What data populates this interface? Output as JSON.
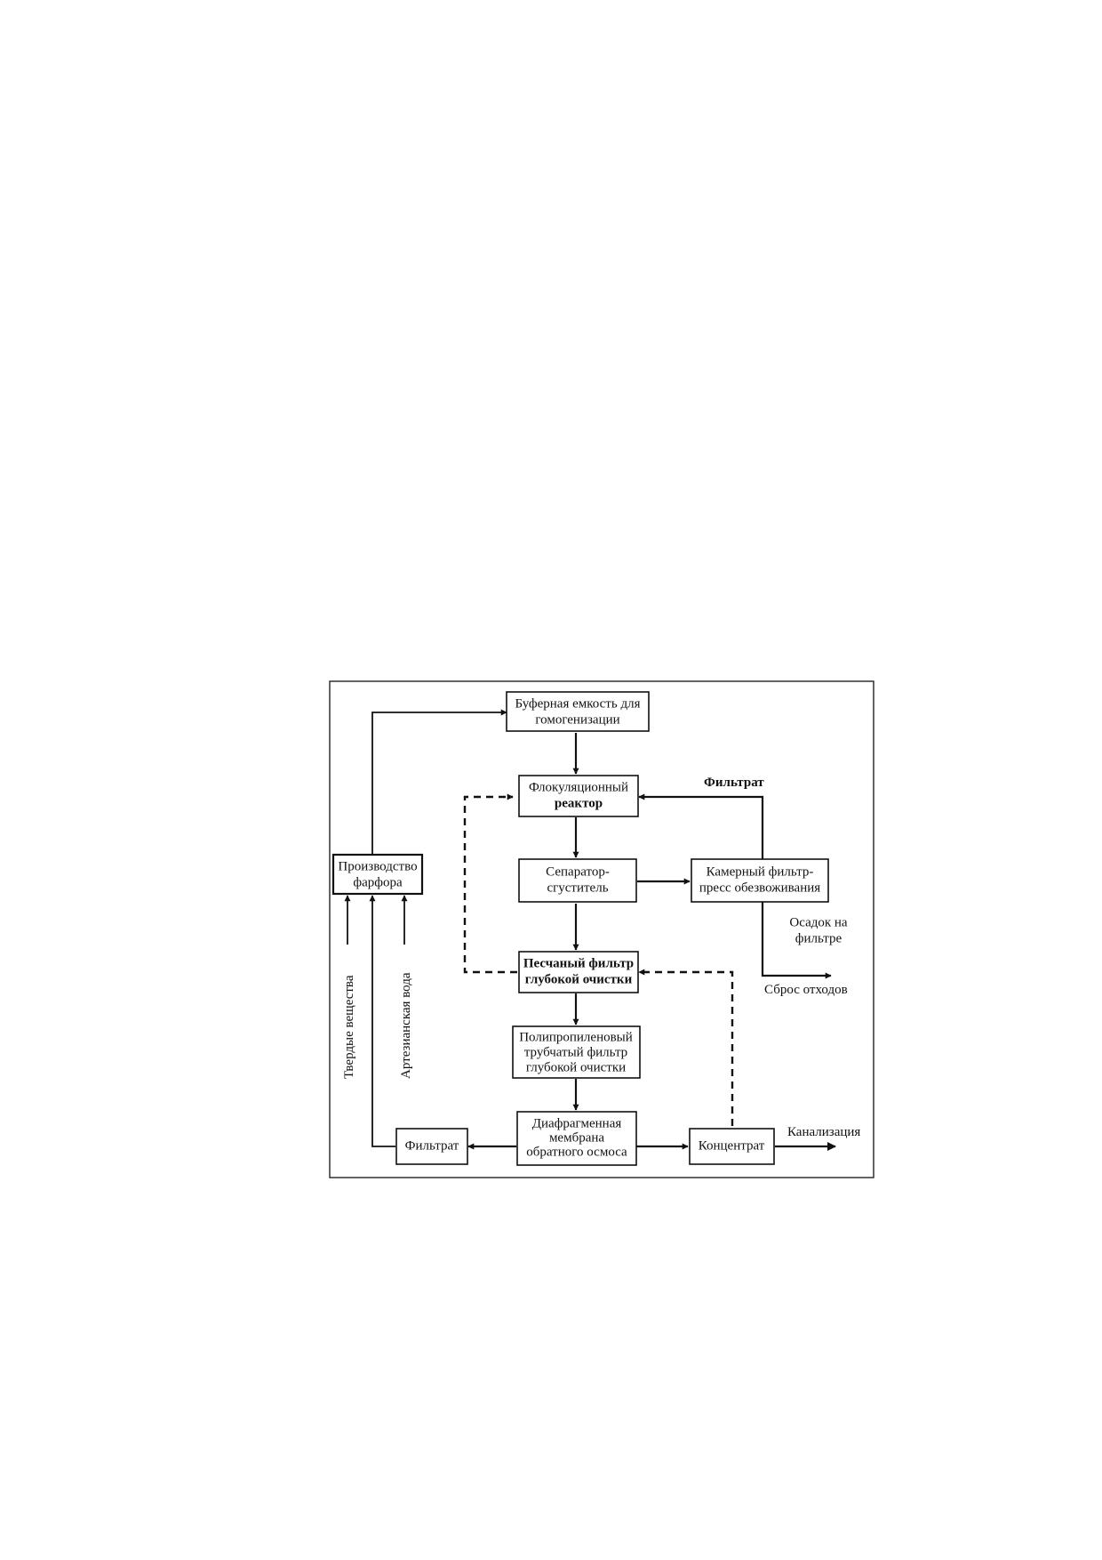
{
  "diagram": {
    "nodes": {
      "buffer": {
        "line1": "Буферная емкость для",
        "line2": "гомогенизации"
      },
      "floc": {
        "line1": "Флокуляционный",
        "line2": "реактор"
      },
      "separator": {
        "line1": "Сепаратор-",
        "line2": "сгуститель"
      },
      "chamber": {
        "line1": "Камерный фильтр-",
        "line2": "пресс обезвоживания"
      },
      "sand": {
        "line1": "Песчаный фильтр",
        "line2": "глубокой очистки"
      },
      "poly": {
        "line1": "Полипропиленовый",
        "line2": "трубчатый фильтр",
        "line3": "глубокой очистки"
      },
      "membrane": {
        "line1": "Диафрагменная",
        "line2": "мембрана",
        "line3": "обратного осмоса"
      },
      "production": {
        "line1": "Производство",
        "line2": "фарфора"
      },
      "filtrate_box": {
        "label": "Фильтрат"
      },
      "concentrate_box": {
        "label": "Концентрат"
      }
    },
    "labels": {
      "filtrate_top": "Фильтрат",
      "sediment_line1": "Осадок на",
      "sediment_line2": "фильтре",
      "waste": "Сброс отходов",
      "sewer": "Канализация",
      "solids": "Твердые вещества",
      "artesian": "Артезианская вода"
    }
  }
}
